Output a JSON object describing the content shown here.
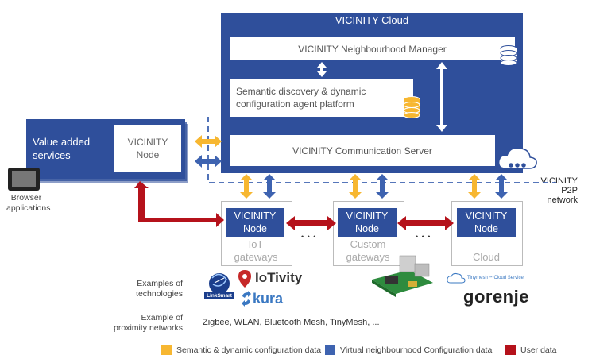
{
  "cloud": {
    "title": "VICINITY Cloud",
    "neighbourhood_manager": "VICINITY Neighbourhood Manager",
    "semantic_line1": "Semantic discovery & dynamic",
    "semantic_line2": "configuration agent platform",
    "communication_server": "VICINITY Communication Server"
  },
  "value_added": {
    "line1": "Value added",
    "line2": "services",
    "node_line1": "VICINITY",
    "node_line2": "Node"
  },
  "browser": {
    "line1": "Browser",
    "line2": "applications"
  },
  "p2p": {
    "line1": "VICINITY",
    "line2": "P2P network"
  },
  "gateways": [
    {
      "node_line1": "VICINITY",
      "node_line2": "Node",
      "label_line1": "IoT",
      "label_line2": "gateways"
    },
    {
      "node_line1": "VICINITY",
      "node_line2": "Node",
      "label_line1": "Custom",
      "label_line2": "gateways"
    },
    {
      "node_line1": "VICINITY",
      "node_line2": "Node",
      "label_line1": "Cloud",
      "label_line2": ""
    }
  ],
  "ellipsis": "• • •",
  "examples": {
    "tech_line1": "Examples of",
    "tech_line2": "technologies",
    "prox_line1": "Example of",
    "prox_line2": "proximity networks",
    "networks": "Zigbee, WLAN, Bluetooth Mesh, TinyMesh, ..."
  },
  "logos": {
    "linksmart": "LinkSmart",
    "iotivity": "IoTivity",
    "kura": "kura",
    "tinymesh": "Tinymesh™ Cloud Service",
    "gorenje": "gorenje"
  },
  "legend": [
    {
      "label": "Semantic & dynamic configuration data",
      "color": "#f7b731"
    },
    {
      "label": "Virtual neighbourhood Configuration data",
      "color": "#3e63b0"
    },
    {
      "label": "User data",
      "color": "#b5121b"
    }
  ],
  "colors": {
    "blue": "#2f4f9b",
    "yellow": "#f7b731",
    "darkblue": "#3e63b0",
    "red": "#b5121b"
  }
}
